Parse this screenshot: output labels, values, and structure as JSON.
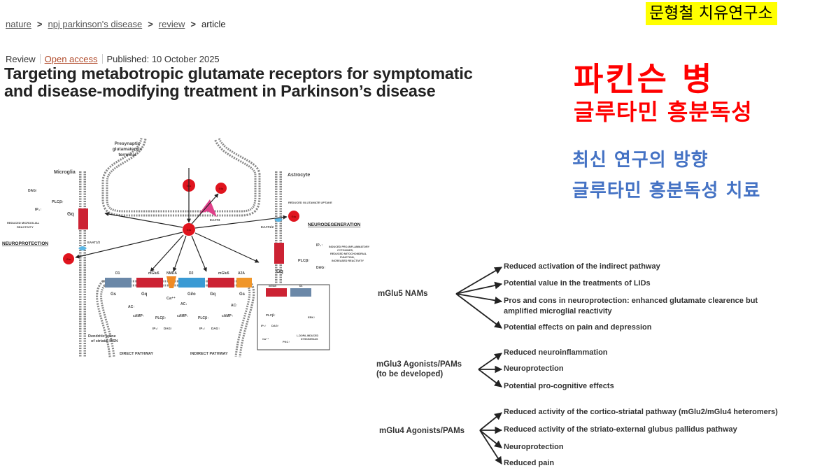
{
  "breadcrumb": {
    "items": [
      "nature",
      "npj parkinson's disease",
      "review"
    ],
    "current": "article",
    "separator": ">"
  },
  "article": {
    "type": "Review",
    "access": "Open access",
    "published": "Published: 10 October 2025",
    "title": "Targeting metabotropic glutamate receptors for symptomatic and disease-modifying treatment in Parkinson’s disease"
  },
  "overlay": {
    "badge": "문형철 치유연구소",
    "headline": "파킨슨 병",
    "subheadline": "글루타민 흥분독성",
    "blue_line1": "최신 연구의 방향",
    "blue_line2": "글루타민 흥분독성 치료",
    "colors": {
      "badge_bg": "#ffff00",
      "red": "#ff0000",
      "blue": "#4472c4"
    }
  },
  "diagram": {
    "labels": {
      "presynaptic": [
        "Presynaptic",
        "glutamatergic",
        "terminal"
      ],
      "microglia": "Microglia",
      "astrocyte": "Astrocyte",
      "glu": "Glu",
      "eaat3": "EAAT3",
      "eaat12": "EAAT1/2",
      "mglu5": "mGlu5",
      "nmda": "NMDA",
      "d1": "D1",
      "d2": "D2",
      "a2a": "A2A",
      "gq": "Gq",
      "gs": "Gs",
      "gio": "Gi/o",
      "ca": "Ca⁺⁺",
      "dag_up": "DAG↑",
      "ip3_up": "IP₃↑",
      "plc_up": "PLCβ↑",
      "ac_up": "AC↑",
      "ac_down": "AC↓",
      "camp_up": "cAMP↑",
      "camp_down": "cAMP↓",
      "pkc_up": "PKC↑",
      "erk_up": "ERK↑",
      "reduced_microglial": [
        "REDUCED MICROGLIAL",
        "REACTIVITY"
      ],
      "neuroprotection": "NEUROPROTECTION",
      "reduced_uptake": "REDUCED GLUTAMATE UPTAKE",
      "neurodegeneration": "NEURODEGENERATION",
      "induced": [
        "INDUCED PRO-INFLAMMATORY",
        "CYTOKINES,",
        "REDUCED MITOCHONDRIAL",
        "FUNCTION,",
        "INCREASED REACTIVITY"
      ],
      "dendritic": [
        "Dendritic spine",
        "of striatal MSN"
      ],
      "direct": "DIRECT PATHWAY",
      "indirect": "INDIRECT PATHWAY",
      "ldopa": [
        "L-DOPA-INDUCED",
        "DYSKINESIAS"
      ]
    }
  },
  "effects": [
    {
      "label": [
        "mGlu5 NAMs"
      ],
      "items": [
        [
          "Reduced activation of the indirect pathway"
        ],
        [
          "Potential value in the treatments of LIDs"
        ],
        [
          "Pros and cons in neuroprotection: enhanced glutamate clearence but",
          "amplified microglial reactivity"
        ],
        [
          "Potential effects on pain and depression"
        ]
      ]
    },
    {
      "label": [
        "mGlu3 Agonists/PAMs",
        "(to be developed)"
      ],
      "items": [
        [
          "Reduced neuroinflammation"
        ],
        [
          "Neuroprotection"
        ],
        [
          "Potential pro-cognitive effects"
        ]
      ]
    },
    {
      "label": [
        "mGlu4 Agonists/PAMs"
      ],
      "items": [
        [
          "Reduced activity of the cortico-striatal pathway (mGlu2/mGlu4 heteromers)"
        ],
        [
          "Reduced activity of the striato-external glubus pallidus pathway"
        ],
        [
          "Neuroprotection"
        ],
        [
          "Reduced pain"
        ]
      ]
    }
  ]
}
